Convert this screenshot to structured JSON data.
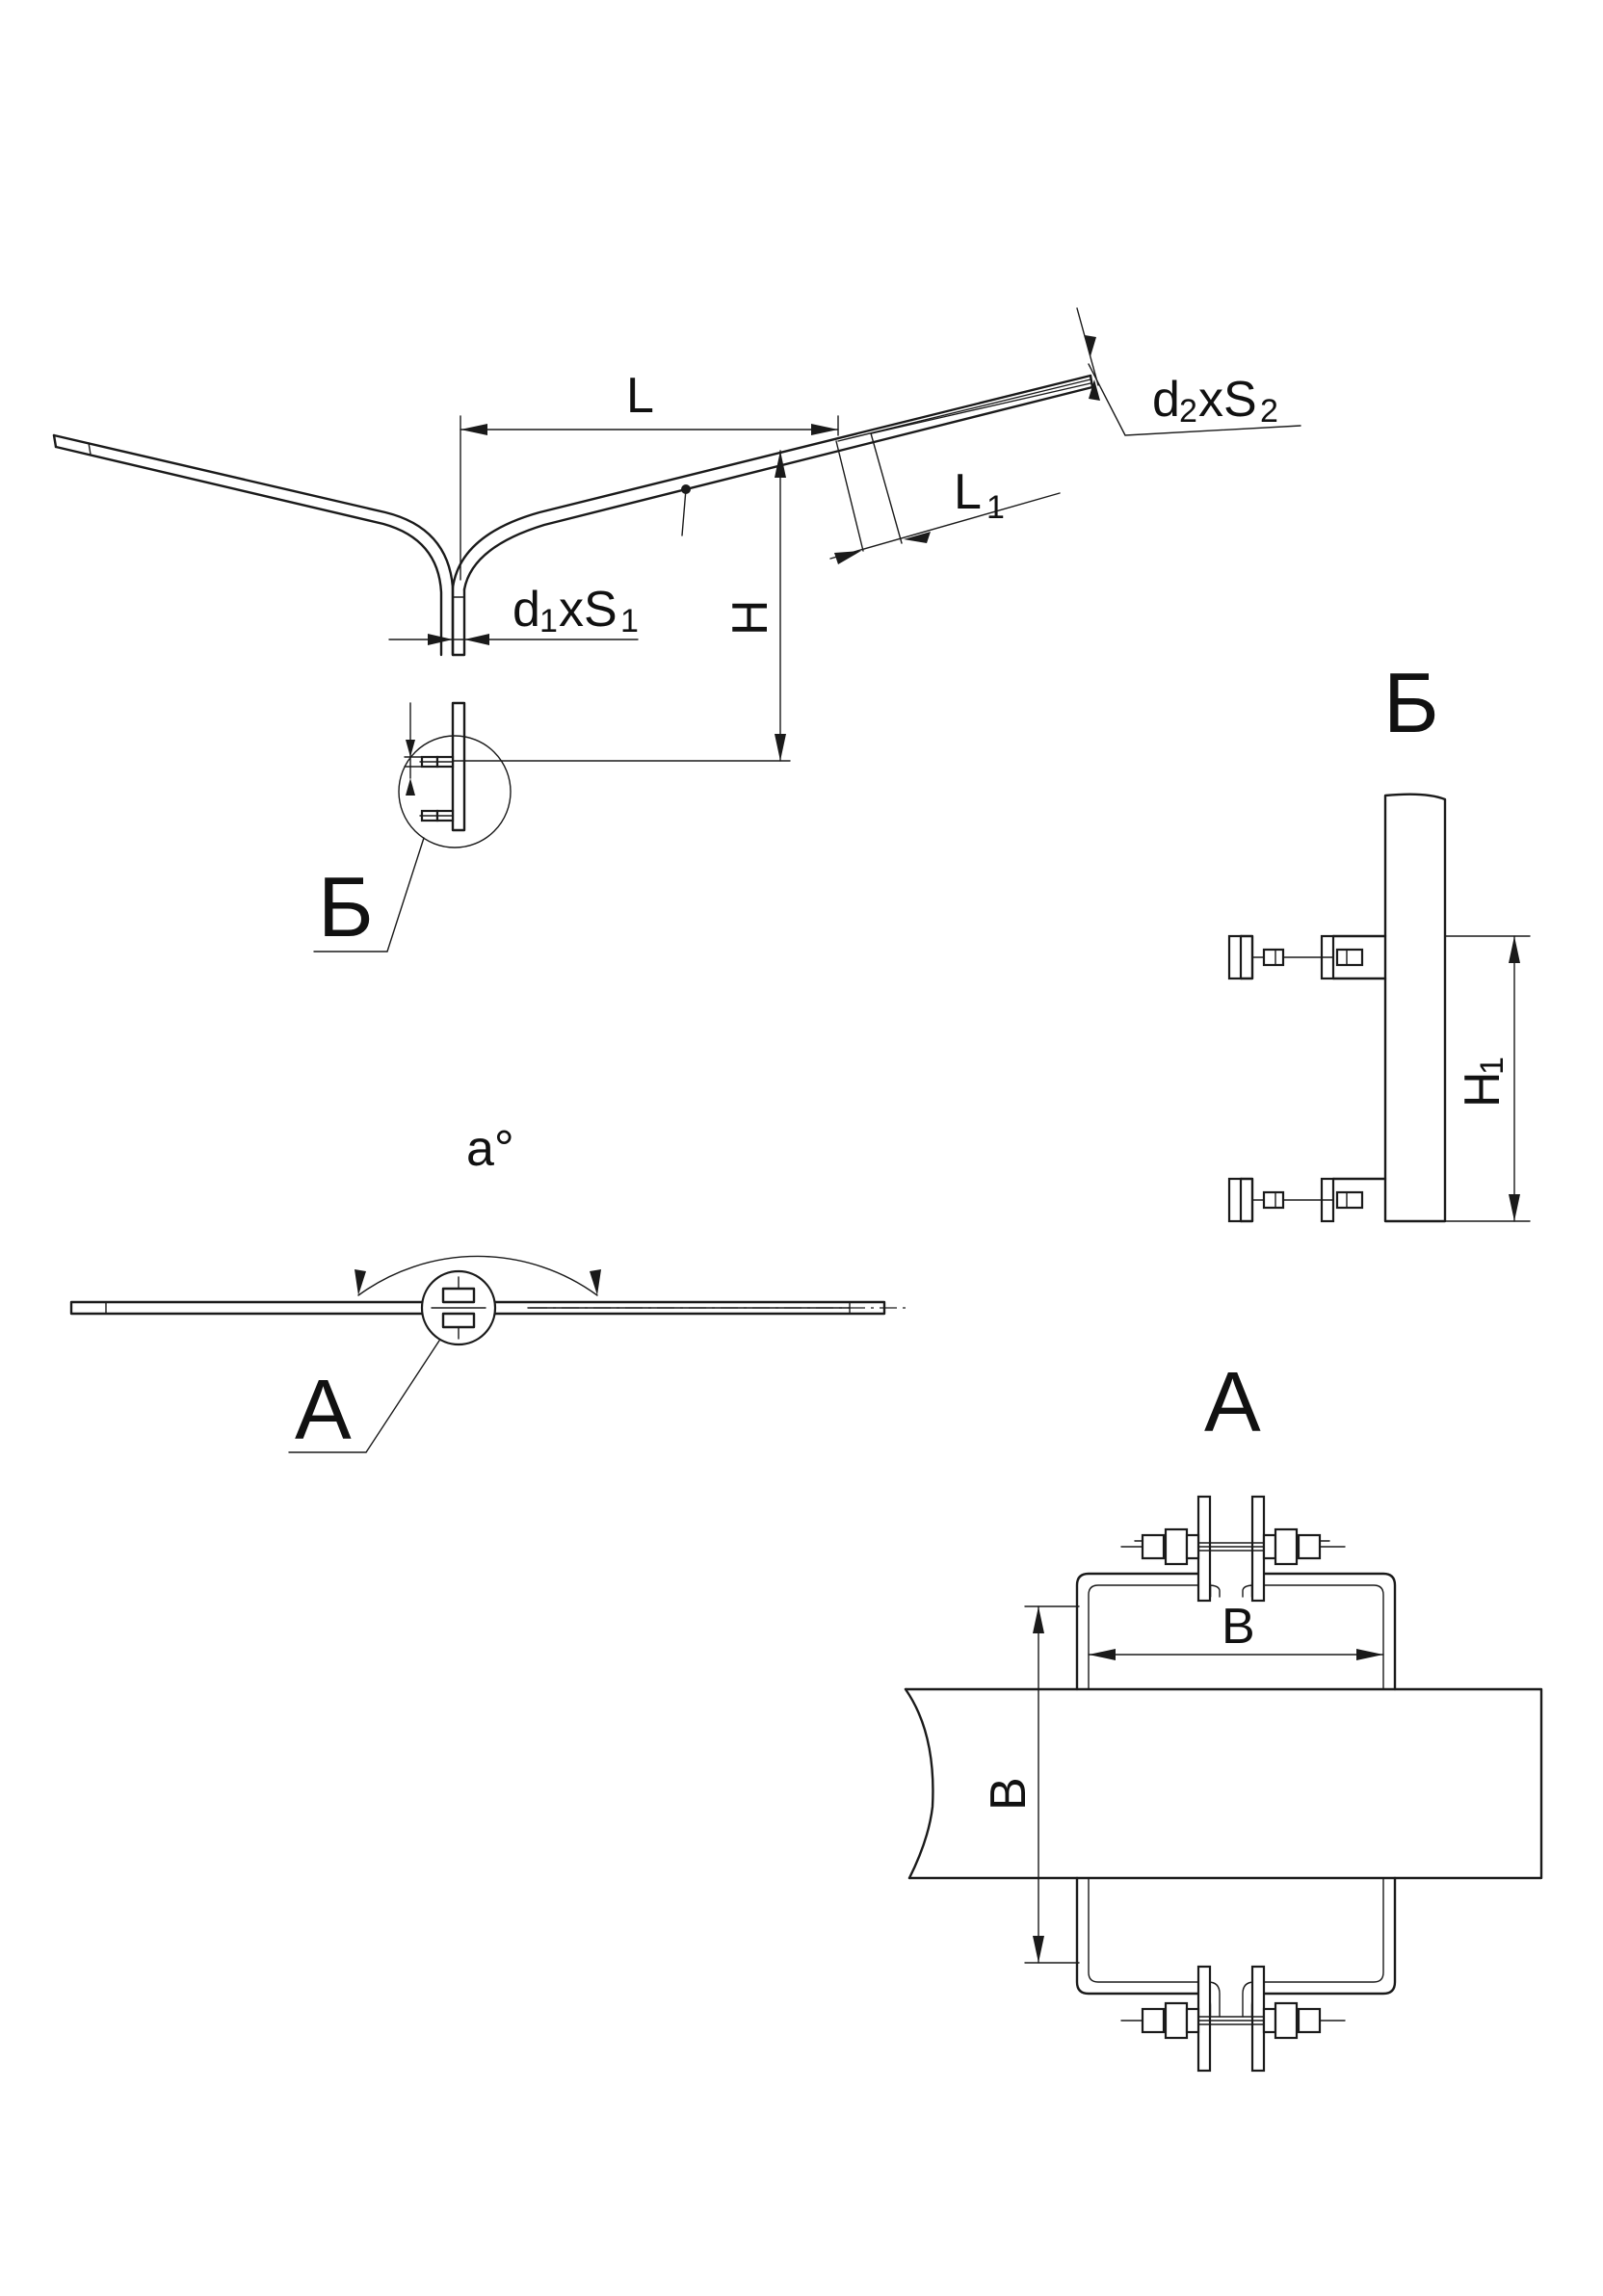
{
  "labels": {
    "L": "L",
    "L1": "L",
    "L1_sub": "1",
    "d2xS2_d": "d",
    "d2xS2_d_sub": "2",
    "d2xS2_xS": "xS",
    "d2xS2_S_sub": "2",
    "d1xS1_d": "d",
    "d1xS1_d_sub": "1",
    "d1xS1_xS": "xS",
    "d1xS1_S_sub": "1",
    "H": "H",
    "H1": "H",
    "H1_sub": "1",
    "angle": "a°",
    "view_B_callout": "Б",
    "view_B_title": "Б",
    "view_A_callout": "А",
    "view_A_title": "А",
    "B_width": "В",
    "B_height": "В"
  },
  "colors": {
    "line": "#1a1a1a",
    "background": "#ffffff"
  }
}
